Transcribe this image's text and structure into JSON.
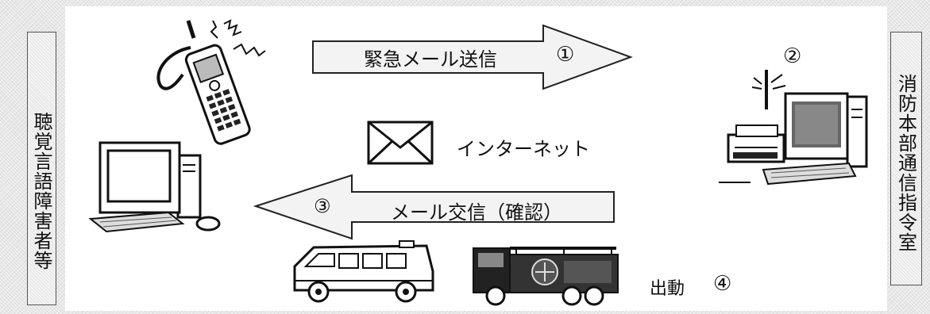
{
  "left_box": {
    "label": "聴覚言語障害者等"
  },
  "right_box": {
    "label": "消防本部通信指令室"
  },
  "arrow_top": {
    "label": "緊急メール送信",
    "step": "①"
  },
  "arrow_bottom": {
    "label": "メール交信（確認）",
    "step": "③"
  },
  "center": {
    "label": "インターネット"
  },
  "receiver": {
    "step": "②"
  },
  "dispatch": {
    "label": "出動",
    "step": "④"
  }
}
